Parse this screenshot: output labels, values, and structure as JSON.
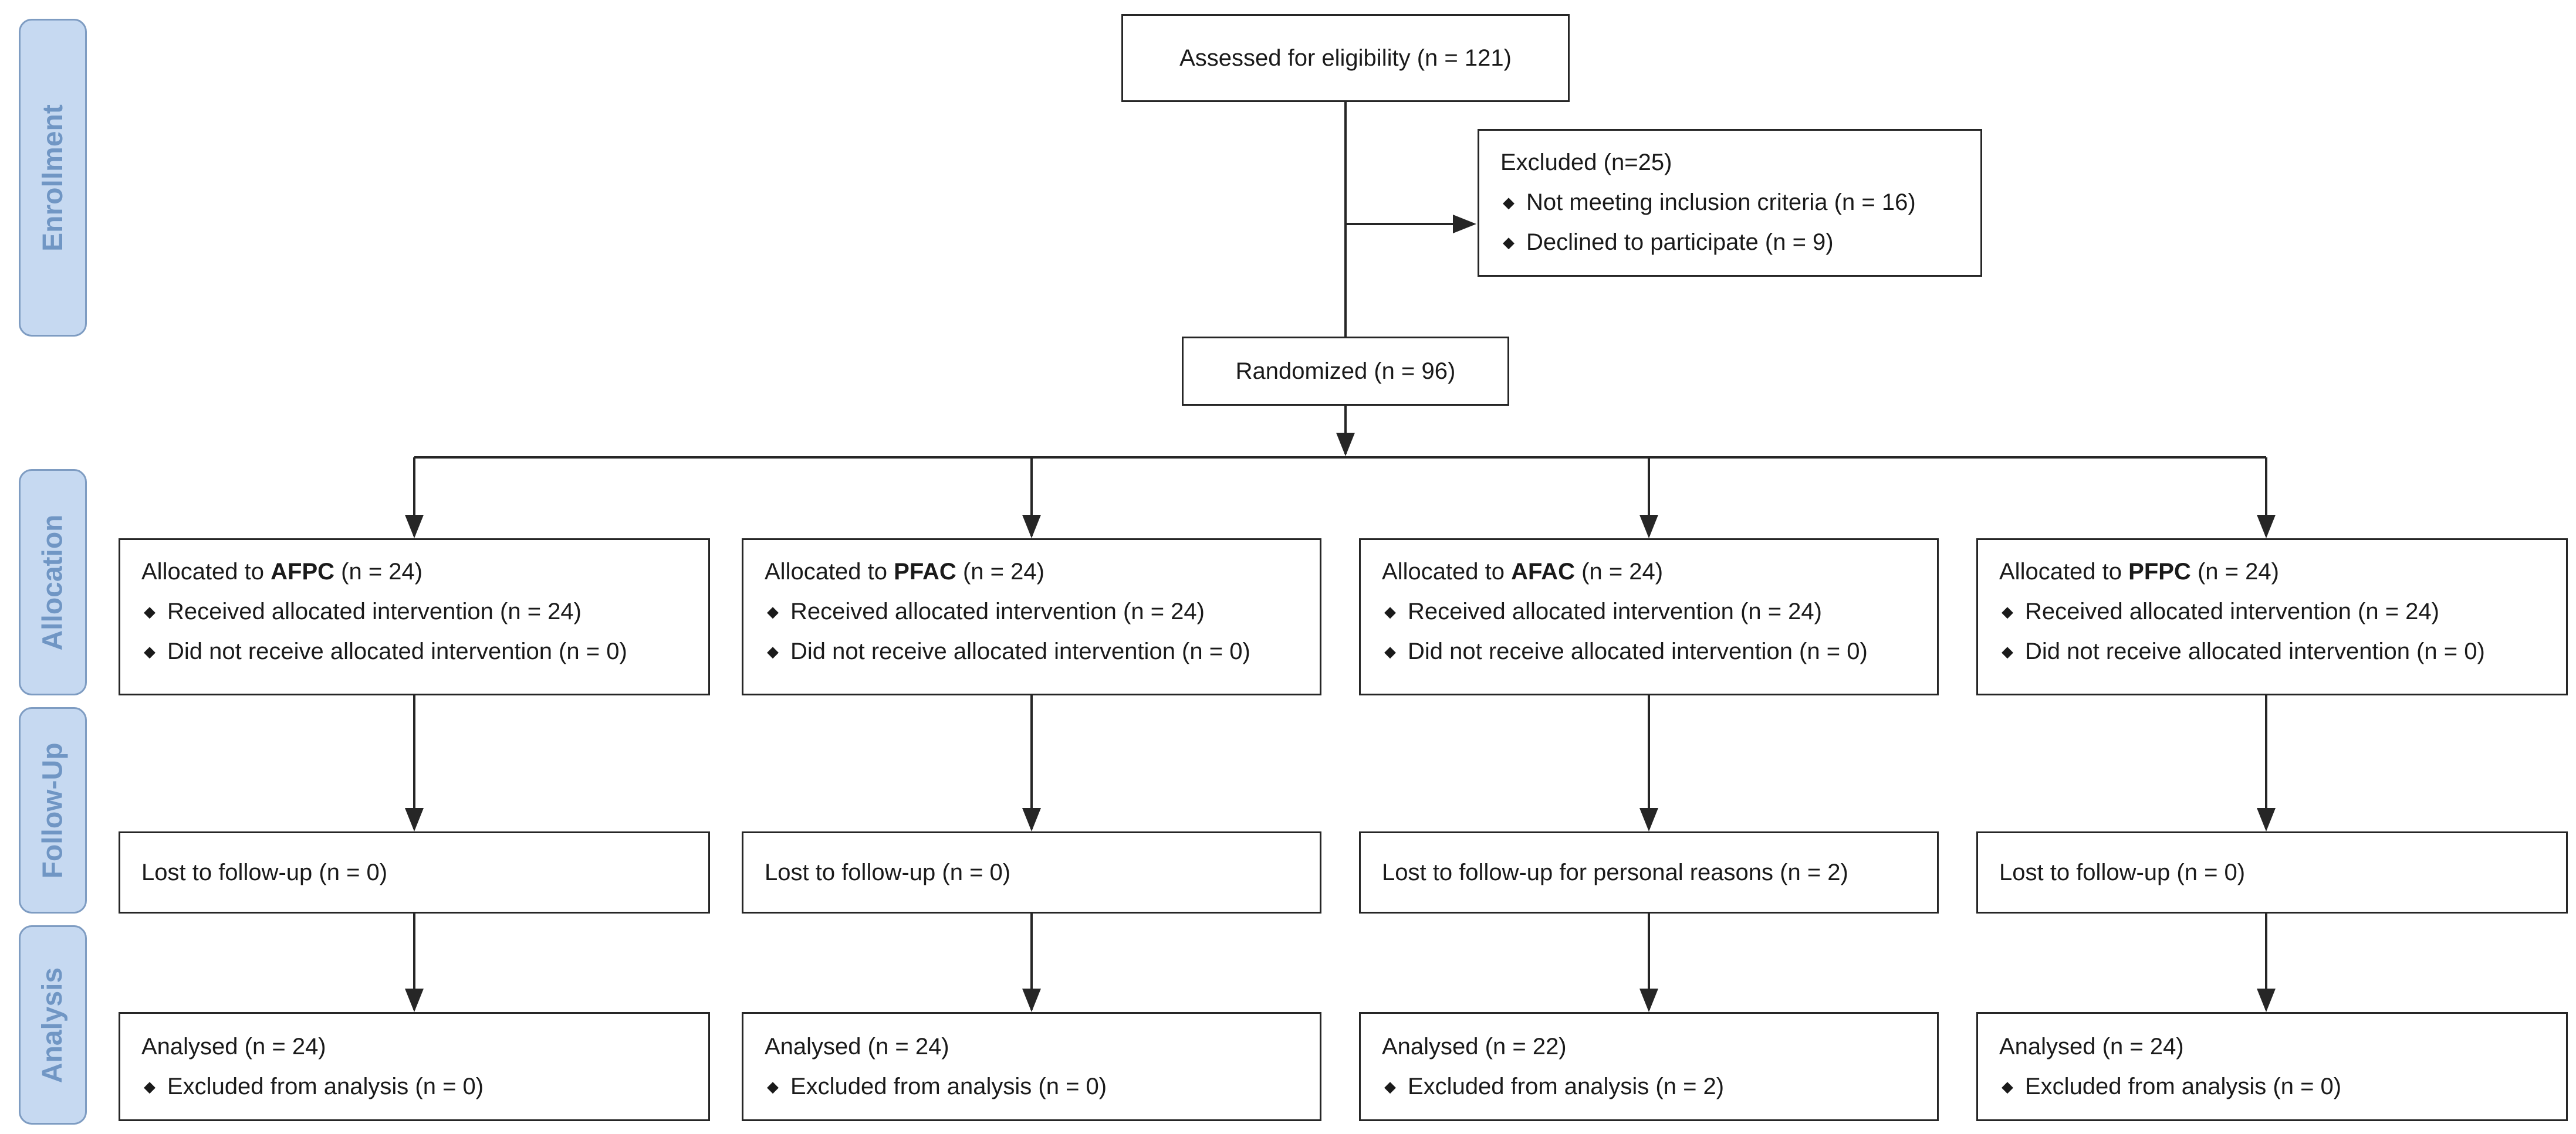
{
  "stages": {
    "enrollment": "Enrollment",
    "allocation": "Allocation",
    "follow_up": "Follow-Up",
    "analysis": "Analysis"
  },
  "assessed": "Assessed for eligibility (n = 121)",
  "excluded": {
    "title": "Excluded (n=25)",
    "items": [
      "Not meeting inclusion criteria (n = 16)",
      "Declined to participate (n = 9)"
    ]
  },
  "randomized": "Randomized (n = 96)",
  "bullet": "◆",
  "groups": [
    {
      "allocated_prefix": "Allocated to ",
      "arm": "AFPC",
      "allocated_suffix": " (n = 24)",
      "received": "Received allocated intervention (n = 24)",
      "not_received": "Did not receive allocated intervention (n = 0)",
      "follow_up": "Lost to follow-up (n = 0)",
      "analysed": "Analysed (n = 24)",
      "excluded_analysis": "Excluded from analysis (n = 0)"
    },
    {
      "allocated_prefix": "Allocated to ",
      "arm": "PFAC",
      "allocated_suffix": " (n = 24)",
      "received": "Received allocated intervention (n = 24)",
      "not_received": "Did not receive allocated intervention (n = 0)",
      "follow_up": "Lost to follow-up (n = 0)",
      "analysed": "Analysed (n = 24)",
      "excluded_analysis": "Excluded from analysis (n = 0)"
    },
    {
      "allocated_prefix": "Allocated to ",
      "arm": "AFAC",
      "allocated_suffix": " (n = 24)",
      "received": "Received allocated intervention (n = 24)",
      "not_received": "Did not receive allocated intervention (n = 0)",
      "follow_up": "Lost to follow-up for personal reasons (n = 2)",
      "analysed": "Analysed (n = 22)",
      "excluded_analysis": "Excluded from analysis (n = 2)"
    },
    {
      "allocated_prefix": "Allocated to ",
      "arm": "PFPC",
      "allocated_suffix": " (n = 24)",
      "received": "Received allocated intervention (n = 24)",
      "not_received": "Did not receive allocated intervention (n = 0)",
      "follow_up": "Lost to follow-up (n = 0)",
      "analysed": "Analysed (n = 24)",
      "excluded_analysis": "Excluded from analysis (n = 0)"
    }
  ]
}
